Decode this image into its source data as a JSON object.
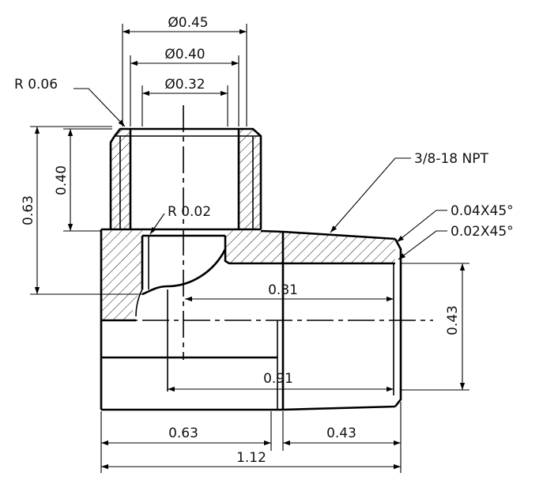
{
  "diagram": {
    "colors": {
      "line": "#000000",
      "background": "#ffffff",
      "text": "#111111"
    },
    "dimensions": {
      "dia_outer": "Ø0.45",
      "dia_mid": "Ø0.40",
      "dia_inner": "Ø0.32",
      "radius_top": "R 0.06",
      "radius_inner": "R 0.02",
      "height_total": "0.63",
      "height_thread": "0.40",
      "thread_spec": "3/8-18 NPT",
      "chamfer_outer": "0.04X45°",
      "chamfer_inner": "0.02X45°",
      "bore_length": "0.81",
      "bore_height": "0.43",
      "through_length": "0.91",
      "body_length": "0.63",
      "spigot_length": "0.43",
      "overall_length": "1.12"
    }
  }
}
